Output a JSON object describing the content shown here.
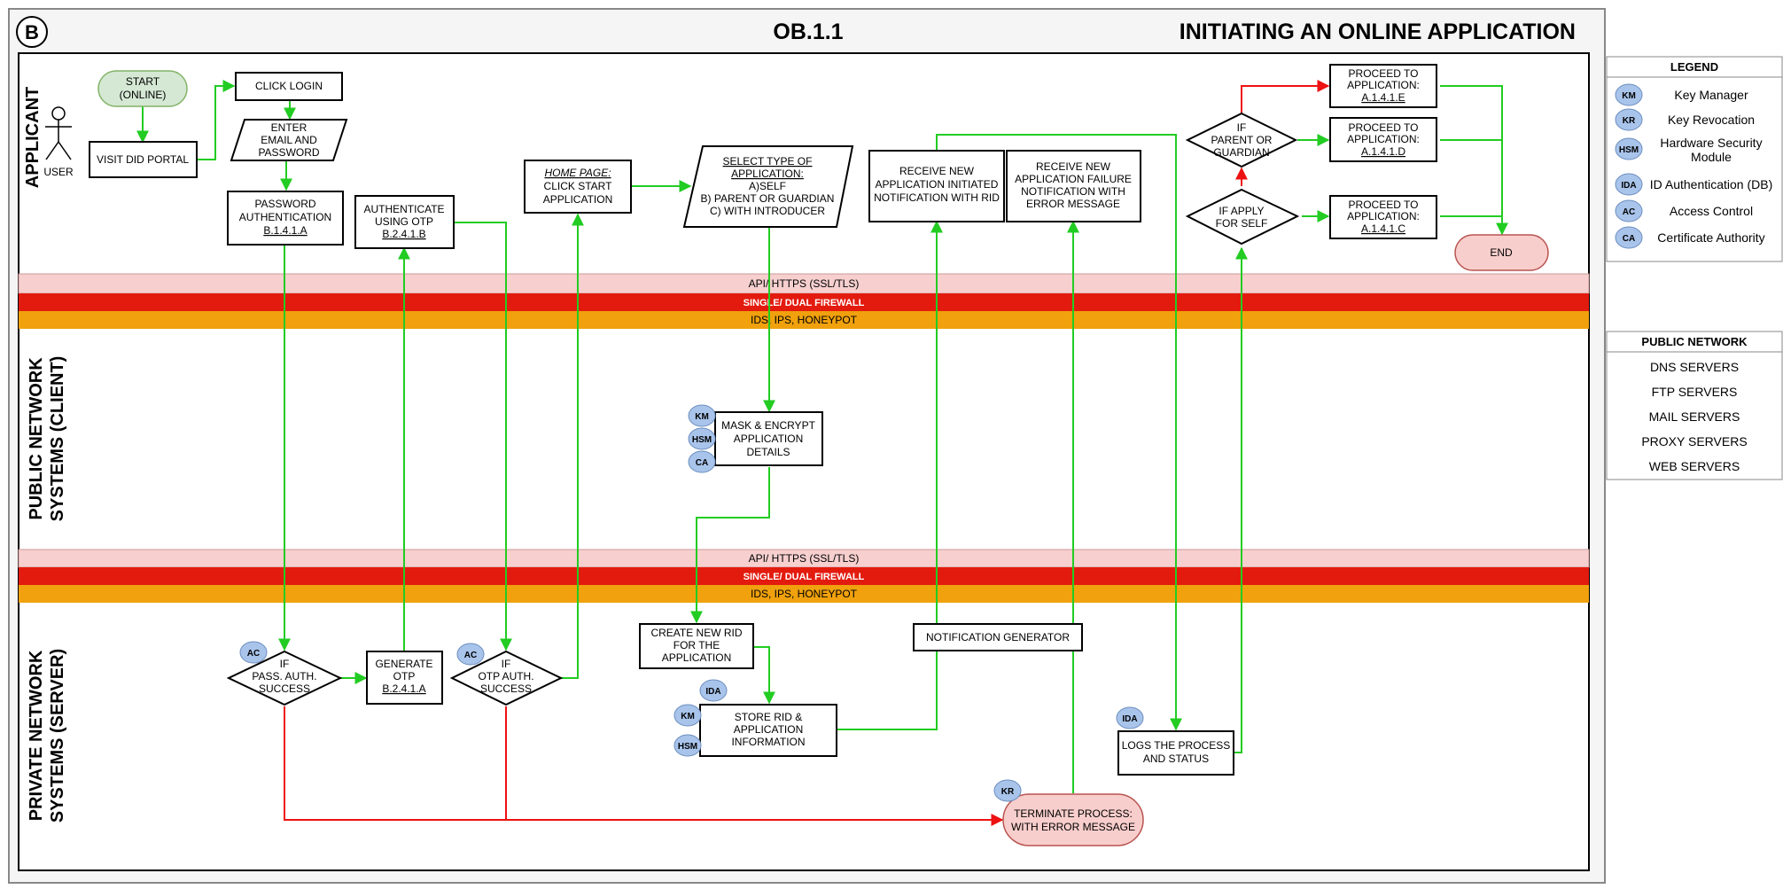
{
  "header": {
    "section": "B",
    "code": "OB.1.1",
    "title": "INITIATING AN ONLINE APPLICATION"
  },
  "lanes": {
    "applicant": "APPLICANT",
    "user": "USER",
    "public_1": "PUBLIC NETWORK",
    "public_2": "SYSTEMS (CLIENT)",
    "private_1": "PRIVATE NETWORK",
    "private_2": "SYSTEMS (SERVER)"
  },
  "bands": {
    "api": "API/ HTTPS (SSL/TLS)",
    "firewall": "SINGLE/ DUAL FIREWALL",
    "ids": "IDS, IPS, HONEYPOT"
  },
  "nodes": {
    "start": [
      "START",
      "(ONLINE)"
    ],
    "visit": [
      "VISIT DID PORTAL"
    ],
    "click_login": [
      "CLICK LOGIN"
    ],
    "enter_email": [
      "ENTER",
      "EMAIL AND",
      "PASSWORD"
    ],
    "pwd_auth": [
      "PASSWORD",
      "AUTHENTICATION",
      "B.1.4.1.A"
    ],
    "auth_otp": [
      "AUTHENTICATE",
      "USING OTP",
      "B.2.4.1.B"
    ],
    "home_page": [
      "HOME PAGE:",
      "CLICK START",
      "APPLICATION"
    ],
    "select_type": [
      "SELECT TYPE OF",
      "APPLICATION:",
      "A)SELF",
      "B) PARENT OR GUARDIAN",
      "C) WITH INTRODUCER"
    ],
    "receive_new": [
      "RECEIVE NEW",
      "APPLICATION INITIATED",
      "NOTIFICATION WITH RID"
    ],
    "receive_fail": [
      "RECEIVE NEW",
      "APPLICATION FAILURE",
      "NOTIFICATION WITH",
      "ERROR MESSAGE"
    ],
    "if_parent": [
      "IF",
      "PARENT OR",
      "GUARDIAN"
    ],
    "if_self": [
      "IF APPLY",
      "FOR SELF"
    ],
    "proceed_e": [
      "PROCEED TO",
      "APPLICATION:",
      "A.1.4.1.E"
    ],
    "proceed_d": [
      "PROCEED TO",
      "APPLICATION:",
      "A.1.4.1.D"
    ],
    "proceed_c": [
      "PROCEED TO",
      "APPLICATION:",
      "A.1.4.1.C"
    ],
    "end": [
      "END"
    ],
    "mask": [
      "MASK & ENCRYPT",
      "APPLICATION",
      "DETAILS"
    ],
    "if_pass": [
      "IF",
      "PASS. AUTH.",
      "SUCCESS"
    ],
    "gen_otp": [
      "GENERATE",
      "OTP",
      "B.2.4.1.A"
    ],
    "if_otp": [
      "IF",
      "OTP AUTH.",
      "SUCCESS"
    ],
    "create_rid": [
      "CREATE NEW RID",
      "FOR THE",
      "APPLICATION"
    ],
    "store_rid": [
      "STORE RID &",
      "APPLICATION",
      "INFORMATION"
    ],
    "notif_gen": [
      "NOTIFICATION GENERATOR"
    ],
    "logs": [
      "LOGS THE PROCESS",
      "AND STATUS"
    ],
    "terminate": [
      "TERMINATE PROCESS:",
      "WITH ERROR MESSAGE"
    ]
  },
  "badges": {
    "km": "KM",
    "hsm": "HSM",
    "ca": "CA",
    "ac": "AC",
    "ida": "IDA",
    "kr": "KR"
  },
  "legend": {
    "title": "LEGEND",
    "items": [
      {
        "abbr": "KM",
        "label": [
          "Key Manager"
        ]
      },
      {
        "abbr": "KR",
        "label": [
          "Key Revocation"
        ]
      },
      {
        "abbr": "HSM",
        "label": [
          "Hardware Security",
          "Module"
        ]
      },
      {
        "abbr": "IDA",
        "label": [
          "ID Authentication (DB)"
        ]
      },
      {
        "abbr": "AC",
        "label": [
          "Access Control"
        ]
      },
      {
        "abbr": "CA",
        "label": [
          "Certificate Authority"
        ]
      }
    ]
  },
  "public_network": {
    "title": "PUBLIC NETWORK",
    "items": [
      "DNS SERVERS",
      "FTP SERVERS",
      "MAIL SERVERS",
      "PROXY SERVERS",
      "WEB SERVERS"
    ]
  },
  "colors": {
    "flow": "#22cc22",
    "error": "#ee1111",
    "api_band": "#f7cfcf",
    "firewall_band": "#e31b0f",
    "ids_band": "#f0a10d",
    "start_fill": "#d5e8d4",
    "end_fill": "#f8cecc",
    "badge_fill": "#a9c4eb",
    "frame_bg": "#f5f5f5"
  }
}
